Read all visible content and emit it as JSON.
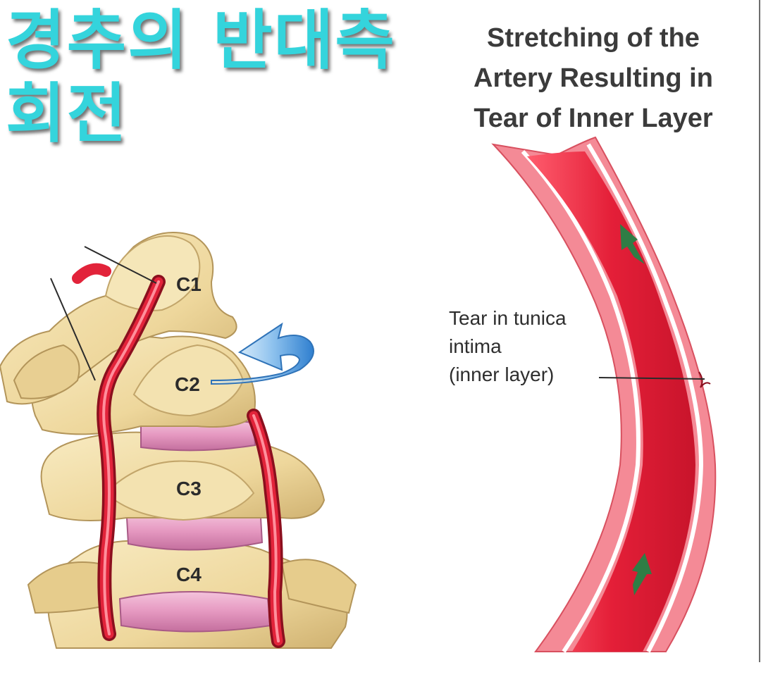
{
  "title_korean": {
    "line1": "경추의 반대측",
    "line2": "회전"
  },
  "artery_title": {
    "line1": "Stretching of the",
    "line2": "Artery Resulting in",
    "line3": "Tear of Inner Layer"
  },
  "tear_label": {
    "line1": "Tear in tunica",
    "line2": "intima",
    "line3": "(inner layer)"
  },
  "vertebrae": {
    "c1": "C1",
    "c2": "C2",
    "c3": "C3",
    "c4": "C4"
  },
  "colors": {
    "title_cyan": "#34d4dc",
    "bone": "#f1dfa8",
    "bone_shadow": "#d2b878",
    "disc_pink": "#e79ac2",
    "artery_red": "#e2233a",
    "artery_wall": "#f48a96",
    "rotation_arrow_blue": "#3d8fd6",
    "flow_arrow_green": "#2f7d45"
  }
}
